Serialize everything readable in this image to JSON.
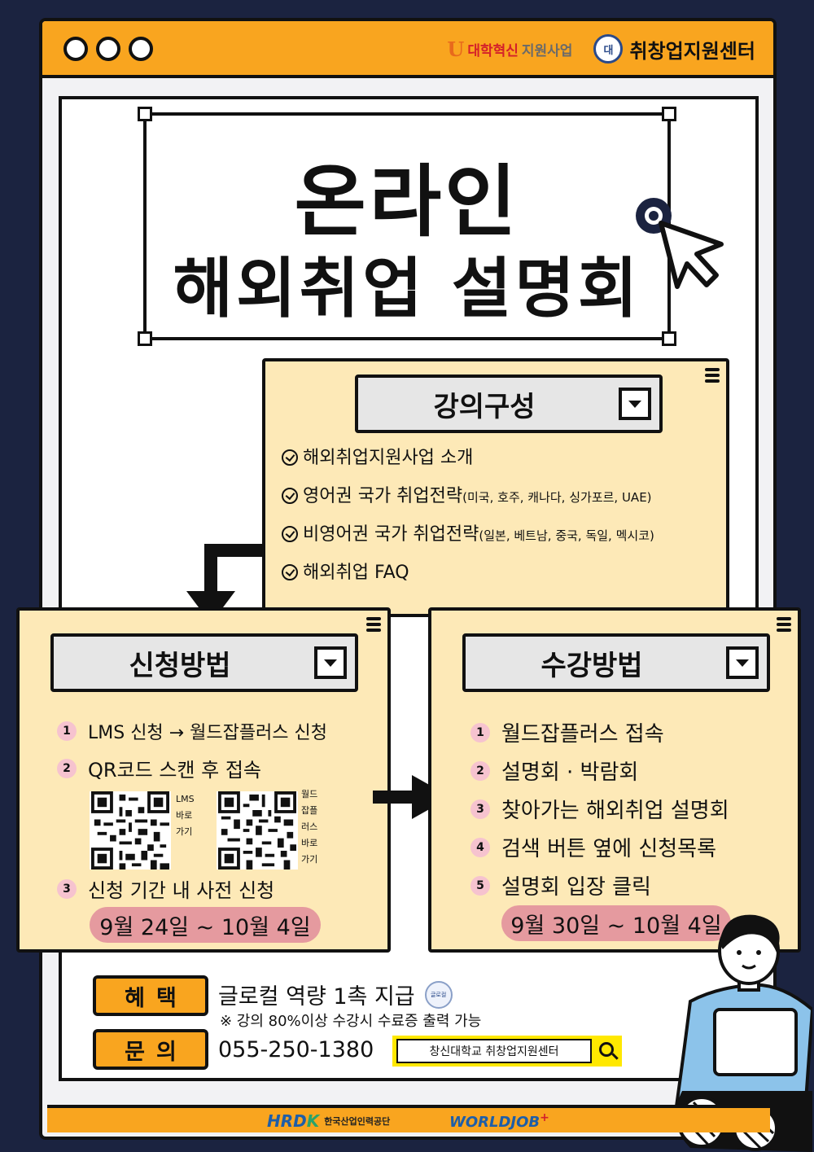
{
  "header": {
    "logo1_mark": "U",
    "logo1_red": "대학혁신",
    "logo1_gray": "지원사업",
    "logo2_seal": "대",
    "logo2": "취창업지원센터"
  },
  "title": {
    "line1": "온라인",
    "line2": "해외취업 설명회"
  },
  "curriculum": {
    "heading": "강의구성",
    "items": [
      {
        "text": "해외취업지원사업 소개",
        "note": ""
      },
      {
        "text": "영어권 국가 취업전략",
        "note": "(미국, 호주, 캐나다, 싱가포르, UAE)"
      },
      {
        "text": "비영어권 국가 취업전략",
        "note": "(일본, 베트남, 중국, 독일, 멕시코)"
      },
      {
        "text": "해외취업 FAQ",
        "note": ""
      }
    ]
  },
  "apply": {
    "heading": "신청방법",
    "steps": [
      {
        "num": "1",
        "text": "LMS 신청 → 월드잡플러스 신청"
      },
      {
        "num": "2",
        "text": "QR코드 스캔 후 접속"
      },
      {
        "num": "3",
        "text": "신청 기간 내 사전 신청"
      }
    ],
    "qr1_label": [
      "LMS",
      "바로",
      "가기"
    ],
    "qr2_label": [
      "월드",
      "잡플",
      "러스",
      "바로",
      "가기"
    ],
    "period": "9월 24일 ~ 10월 4일"
  },
  "attend": {
    "heading": "수강방법",
    "steps": [
      {
        "num": "1",
        "text": "월드잡플러스 접속"
      },
      {
        "num": "2",
        "text": "설명회 · 박람회"
      },
      {
        "num": "3",
        "text": "찾아가는 해외취업 설명회"
      },
      {
        "num": "4",
        "text": "검색 버튼 옆에 신청목록"
      },
      {
        "num": "5",
        "text": "설명회 입장 클릭"
      }
    ],
    "period": "9월 30일 ~ 10월 4일"
  },
  "benefit": {
    "label": "혜택",
    "text": "글로컬 역량 1촉 지급",
    "note": "※ 강의 80%이상 수강시 수료증 출력 가능",
    "badge": "글로컬"
  },
  "contact": {
    "label": "문의",
    "phone": "055-250-1380",
    "search_text": "창신대학교 취창업지원센터"
  },
  "footer": {
    "hrdk_mark_blue": "HRD",
    "hrdk_mark_green": "K",
    "hrdk_text": "한국산업인력공단",
    "worldjob": "WORLDJOB",
    "worldjob_plus": "+"
  },
  "colors": {
    "background": "#1b2340",
    "accent": "#f9a51f",
    "panel": "#fde9b7",
    "pill": "#e59a9f"
  }
}
